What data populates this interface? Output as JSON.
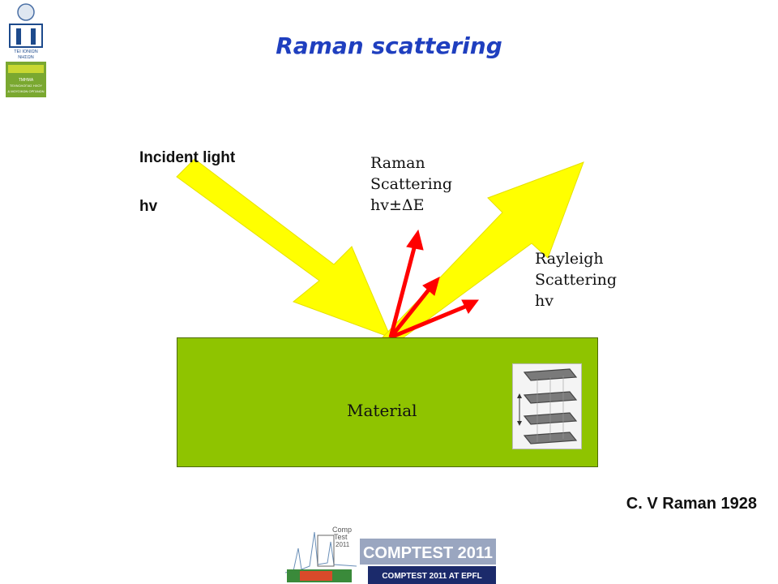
{
  "title": "Raman scattering",
  "incident": {
    "label": "Incident light",
    "energy": "hv"
  },
  "raman": {
    "line1": "Raman",
    "line2": "Scattering",
    "line3": "hv±ΔE"
  },
  "rayleigh": {
    "line1": "Rayleigh",
    "line2": "Scattering",
    "line3": "hv"
  },
  "material": {
    "label": "Material"
  },
  "credit": "C. V Raman 1928",
  "bottom_logo": {
    "main": "COMPTEST 2011",
    "sub": "COMPTEST 2011 AT EPFL",
    "stamp1": "Comp",
    "stamp2": "Test",
    "stamp3": "2011"
  },
  "left_logo": {
    "text1": "ΤΕΙ ΙΟΝΙΩΝ",
    "text2": "ΝΗΣΩΝ",
    "text3": "ΤΜΗΜΑ",
    "text4": "ΤΕΧΝΟΛΟΓΙΑΣ ΗΧΟΥ",
    "text5": "& ΜΟΥΣΙΚΩΝ ΟΡΓΑΝΩΝ"
  },
  "colors": {
    "beam": "#ffff00",
    "beam_edge": "#e6e000",
    "arrows": "#ff0000",
    "material": "#8fc400",
    "title": "#1f3fbf"
  }
}
